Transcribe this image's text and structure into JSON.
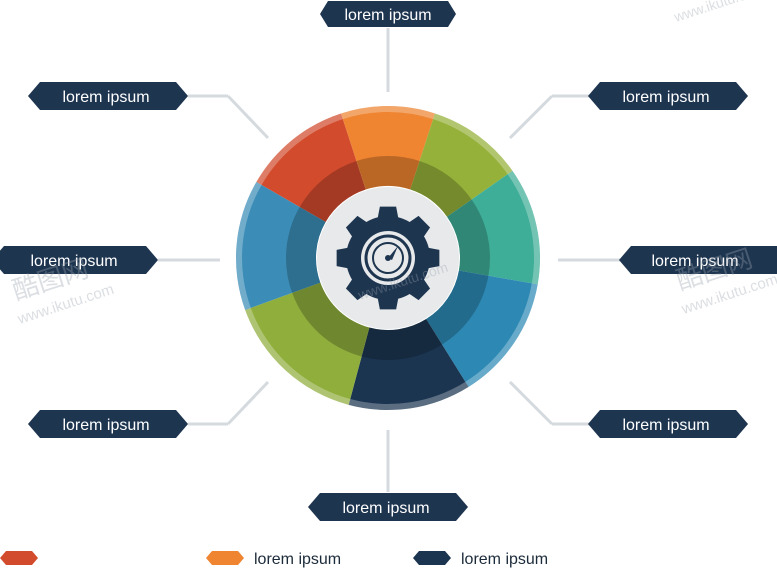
{
  "colors": {
    "navy": "#1e3550",
    "connector": "#d5dadf",
    "red": "#d24b2d",
    "orange": "#ef8431",
    "olive": "#95b13a",
    "teal": "#3fae98",
    "blue": "#2d89b4",
    "steelblue": "#3b8db7",
    "darknavy": "#1b3551",
    "lime": "#8fae3c",
    "gearcircle": "#e7e9eb"
  },
  "segments": [
    {
      "color_key": "red",
      "start": -60,
      "end": -18
    },
    {
      "color_key": "orange",
      "start": -18,
      "end": 18
    },
    {
      "color_key": "olive",
      "start": 18,
      "end": 55
    },
    {
      "color_key": "teal",
      "start": 55,
      "end": 100
    },
    {
      "color_key": "blue",
      "start": 100,
      "end": 148
    },
    {
      "color_key": "darknavy",
      "start": 148,
      "end": 195
    },
    {
      "color_key": "lime",
      "start": 195,
      "end": 250
    },
    {
      "color_key": "steelblue",
      "start": 250,
      "end": 300
    }
  ],
  "labels": [
    {
      "id": "top",
      "text": "lorem ipsum"
    },
    {
      "id": "upper-left",
      "text": "lorem ipsum"
    },
    {
      "id": "upper-right",
      "text": "lorem ipsum"
    },
    {
      "id": "middle-left",
      "text": "lorem ipsum"
    },
    {
      "id": "middle-right",
      "text": "lorem ipsum"
    },
    {
      "id": "lower-left",
      "text": "lorem ipsum"
    },
    {
      "id": "lower-right",
      "text": "lorem ipsum"
    },
    {
      "id": "bottom",
      "text": "lorem ipsum"
    }
  ],
  "legend": [
    {
      "color_key": "red",
      "text": ""
    },
    {
      "color_key": "orange",
      "text": "lorem ipsum"
    },
    {
      "color_key": "darknavy",
      "text": "lorem ipsum"
    }
  ],
  "watermark": {
    "logo_text": "酷图网",
    "url_text": "www.ikutu.com"
  },
  "center_icon": "gear-speedometer-icon"
}
